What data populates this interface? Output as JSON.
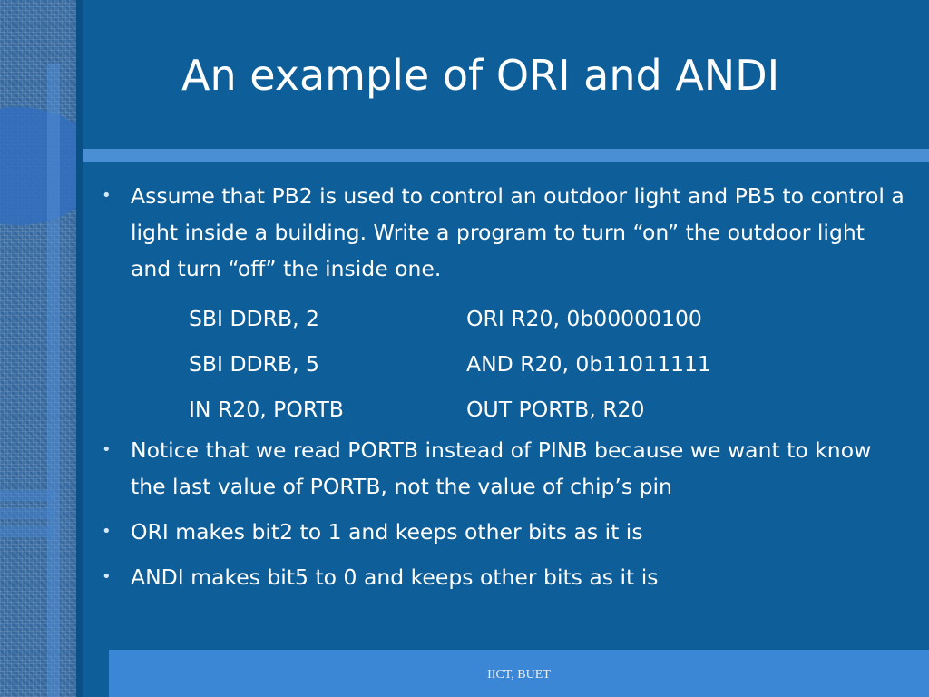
{
  "slide": {
    "title": "An example of ORI and ANDI",
    "bullets_top": [
      "Assume that PB2 is used to control an outdoor light and PB5 to control a light inside a building. Write a program to turn “on” the outdoor light and turn “off” the inside one."
    ],
    "code": [
      {
        "left": "SBI DDRB, 2",
        "right": "ORI R20, 0b00000100"
      },
      {
        "left": "SBI DDRB, 5",
        "right": "AND R20, 0b11011111"
      },
      {
        "left": "IN R20, PORTB",
        "right": "OUT PORTB, R20"
      }
    ],
    "bullets_bottom": [
      "Notice that we read PORTB instead of PINB because we want to know the last value of PORTB, not the value of chip’s pin",
      "ORI makes bit2 to 1 and keeps other bits as it is",
      "ANDI makes bit5 to 0 and keeps other bits as it is"
    ],
    "bullet_glyph": "•",
    "footer": "IICT, BUET"
  },
  "colors": {
    "background": "#0e5e99",
    "accent_rule": "#4a8fd4",
    "footer_bar": "#3c86d6",
    "text": "#ffffff"
  }
}
